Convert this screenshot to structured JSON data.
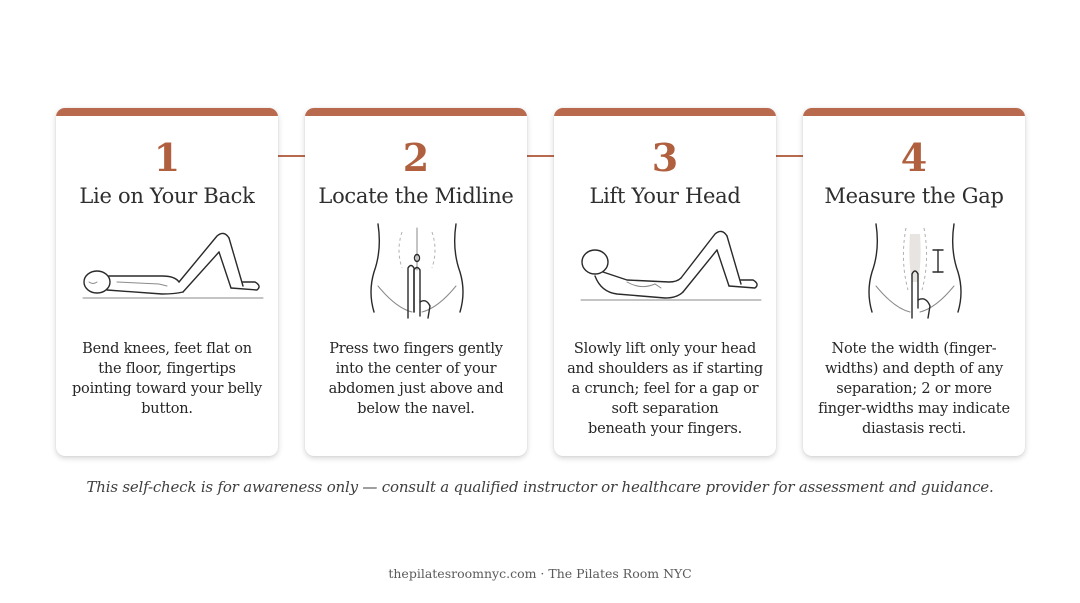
{
  "steps": [
    {
      "number": "1",
      "title": "Lie on Your Back",
      "description": "Bend knees, feet flat on\nthe floor, fingertips\npointing toward your belly\nbutton.",
      "illustration": "lying-knees-bent-icon"
    },
    {
      "number": "2",
      "title": "Locate the Midline",
      "description": "Press two fingers gently\ninto the center of your\nabdomen just above and\nbelow the navel.",
      "illustration": "two-fingers-midline-icon"
    },
    {
      "number": "3",
      "title": "Lift Your Head",
      "description": "Slowly lift only your head\nand shoulders as if starting\na crunch; feel for a gap or\nsoft separation\nbeneath your fingers.",
      "illustration": "head-lift-crunch-icon"
    },
    {
      "number": "4",
      "title": "Measure the Gap",
      "description": "Note the width (finger-\nwidths) and depth of any\nseparation; 2 or more\nfinger-widths may indicate\ndiastasis recti.",
      "illustration": "measure-gap-icon"
    }
  ],
  "disclaimer": "This self-check is for awareness only — consult a qualified instructor or healthcare provider for assessment and guidance.",
  "footer": "thepilatesroomnyc.com · The Pilates Room NYC",
  "colors": {
    "accent": "#b96a4e",
    "text": "#2b2b2b"
  }
}
